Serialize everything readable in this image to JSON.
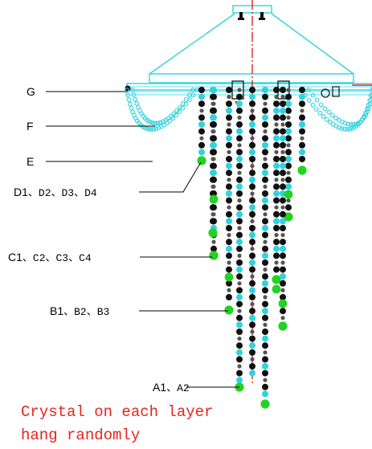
{
  "labels": {
    "g": "G",
    "f": "F",
    "e": "E",
    "d": {
      "main": "D1",
      "rest": "、D2、D3、D4"
    },
    "c": {
      "main": "C1",
      "rest": "、C2、C3、C4"
    },
    "b": {
      "main": "B1",
      "rest": "、B2、B3"
    },
    "a": {
      "main": "A1",
      "rest": "、A2"
    }
  },
  "note": {
    "line1": "Crystal on each layer",
    "line2": "hang randomly"
  },
  "colors": {
    "frame": "#2fd2e0",
    "crystal_cyan": "#2fd2e0",
    "crystal_dark": "#111111",
    "crystal_green": "#22d322",
    "centerline": "#d40000",
    "note": "#e8241c",
    "leader": "#000000"
  }
}
